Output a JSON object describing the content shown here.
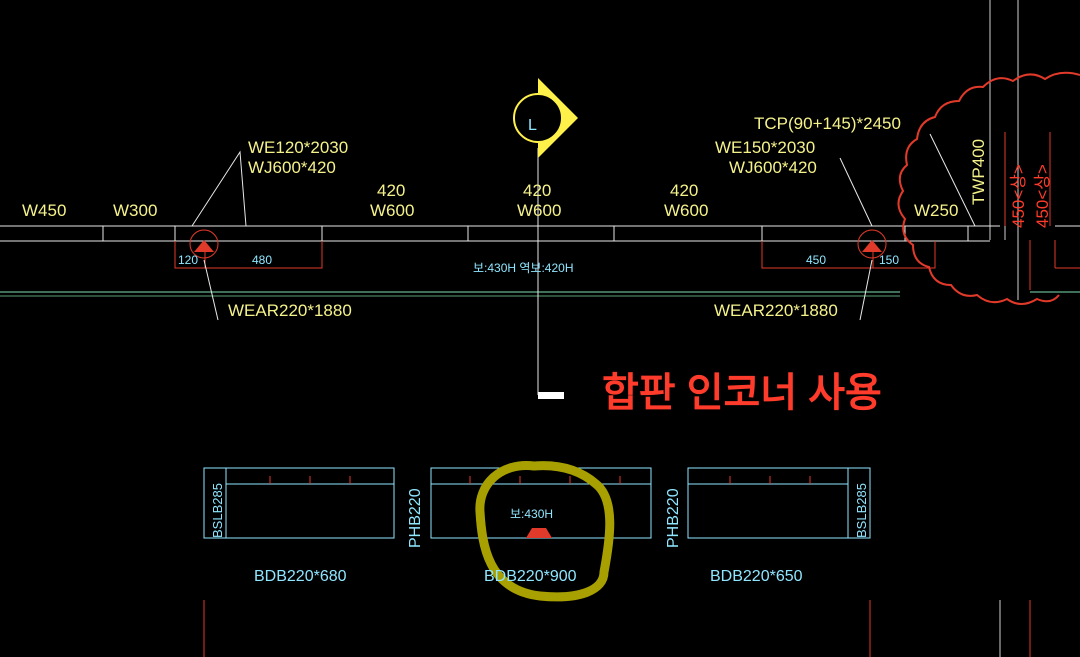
{
  "labels": {
    "w450": "W450",
    "w300": "W300",
    "w600_1": "W600",
    "w600_2": "W600",
    "w600_3": "W600",
    "w250": "W250",
    "dim420_1": "420",
    "dim420_2": "420",
    "dim420_3": "420",
    "we_left": "WE120*2030",
    "wj_left": "WJ600*420",
    "we_right": "WE150*2030",
    "wj_right": "WJ600*420",
    "tcp": "TCP(90+145)*2450",
    "twp": "TWP400",
    "vertical_450_1": "450<상>",
    "vertical_450_2": "450<상>",
    "wear_left": "WEAR220*1880",
    "wear_right": "WEAR220*1880",
    "dim120": "120",
    "dim480": "480",
    "dim450": "450",
    "dim150": "150",
    "beam_mid": "보:430H 역보:420H",
    "marker_letter": "L",
    "note_korean": "합판 인코너 사용",
    "bslb_left": "BSLB285",
    "bslb_right": "BSLB285",
    "phb_left": "PHB220",
    "phb_right": "PHB220",
    "beam_section": "보:430H",
    "bdb_left": "BDB220*680",
    "bdb_mid": "BDB220*900",
    "bdb_right": "BDB220*650"
  },
  "colors": {
    "background": "#000000",
    "yellow_text": "#f5f28a",
    "cyan_text": "#8fe6ff",
    "red_note": "#ff3b2b",
    "highlight_circle": "#a8a000",
    "marker_fill": "#fff14a"
  }
}
